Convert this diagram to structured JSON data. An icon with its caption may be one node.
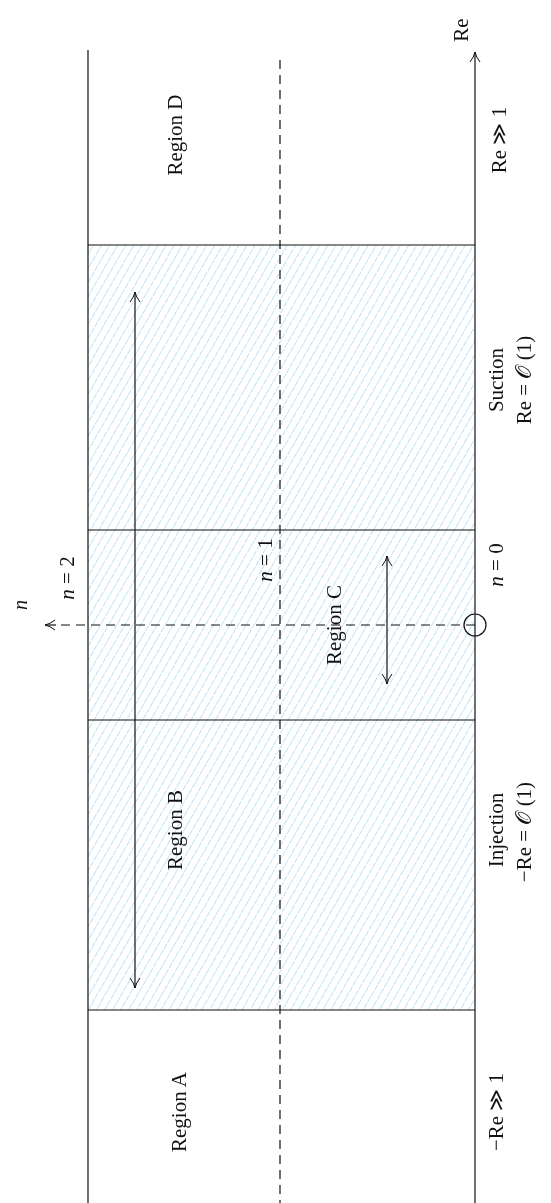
{
  "diagram": {
    "labels": [
      "n",
      "Re",
      "Region A",
      "Region B",
      "Region C",
      "Region D",
      "*n* = 2",
      "*n* = 1",
      "*n* = 0",
      "−Re ≫ 1",
      "Injection",
      "−Re = 𝒪 (1)",
      "Suction",
      "Re = 𝒪 (1)",
      "Re ≫ 1"
    ]
  }
}
